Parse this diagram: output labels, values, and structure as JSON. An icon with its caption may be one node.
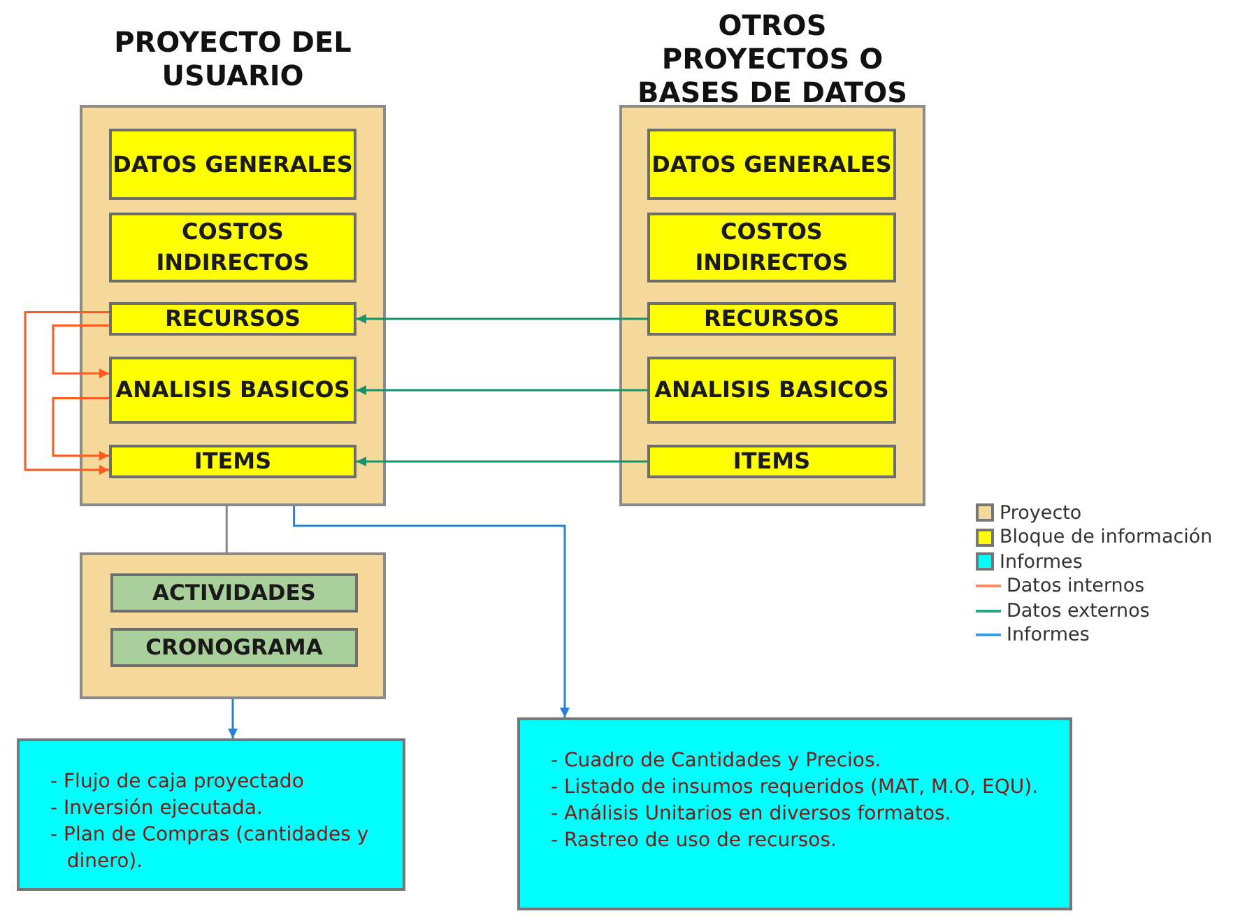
{
  "diagram": {
    "nodes": [
      {
        "text": [
          "PROYECTO DEL USUARIO"
        ]
      },
      {
        "text": [
          "DATOS GENERALES"
        ],
        "in": 0
      },
      {
        "text": [
          "COSTOS INDIRECTOS"
        ],
        "in": 0
      },
      {
        "text": [
          "RECURSOS"
        ],
        "in": 0
      },
      {
        "text": [
          "ANALISIS BASICOS"
        ],
        "in": 0
      },
      {
        "text": [
          "ITEMS"
        ],
        "in": 0
      },
      {
        "text": [
          "OTROS PROYECTOS O BASES DE DATOS"
        ]
      },
      {
        "text": [
          "DATOS GENERALES"
        ],
        "in": 6
      },
      {
        "text": [
          "COSTOS INDIRECTOS"
        ],
        "in": 6
      },
      {
        "text": [
          "RECURSOS"
        ],
        "in": 6
      },
      {
        "text": [
          "ANALISIS BASICOS"
        ],
        "in": 6
      },
      {
        "text": [
          "ITEMS"
        ],
        "in": 6
      },
      {
        "text": [],
        "shape": "box"
      },
      {
        "text": [
          "ACTIVIDADES"
        ],
        "in": 12
      },
      {
        "text": [
          "CRONOGRAMA"
        ],
        "in": 12
      },
      {
        "text": [
          "- Flujo de caja proyectado",
          "- Inversión ejecutada.",
          "- Plan de Compras (cantidades y dinero)."
        ]
      },
      {
        "text": [
          "- Cuadro de Cantidades y Precios.",
          "- Listado de insumos requeridos (MAT, M.O, EQU).",
          "- Análisis Unitarios en diversos formatos.",
          "- Rastreo de uso de recursos."
        ]
      }
    ],
    "edges": [
      {
        "from": 3,
        "to": 4,
        "arrow": "to",
        "color": "#ff5a1f"
      },
      {
        "from": 3,
        "to": 5,
        "arrow": "to",
        "color": "#ff5a1f"
      },
      {
        "from": 4,
        "to": 5,
        "arrow": "to",
        "color": "#ff5a1f"
      },
      {
        "from": 9,
        "to": 3,
        "arrow": "to",
        "color": "#13946a"
      },
      {
        "from": 10,
        "to": 4,
        "arrow": "to",
        "color": "#13946a"
      },
      {
        "from": 11,
        "to": 5,
        "arrow": "to",
        "color": "#13946a"
      },
      {
        "from": 0,
        "to": 12,
        "arrow": "none",
        "color": "#888888"
      },
      {
        "from": 12,
        "to": 15,
        "arrow": "to",
        "color": "#2a80d8"
      },
      {
        "from": 0,
        "to": 16,
        "arrow": "to",
        "color": "#2a80d8"
      }
    ],
    "legend": [
      {
        "text": "Proyecto",
        "color": "#f5d99a"
      },
      {
        "text": "Bloque de información",
        "color": "#ffff00"
      },
      {
        "text": "Informes",
        "color": "#00ffff"
      },
      {
        "text": "Datos internos"
      },
      {
        "text": "Datos externos"
      },
      {
        "text": "Informes"
      }
    ]
  }
}
